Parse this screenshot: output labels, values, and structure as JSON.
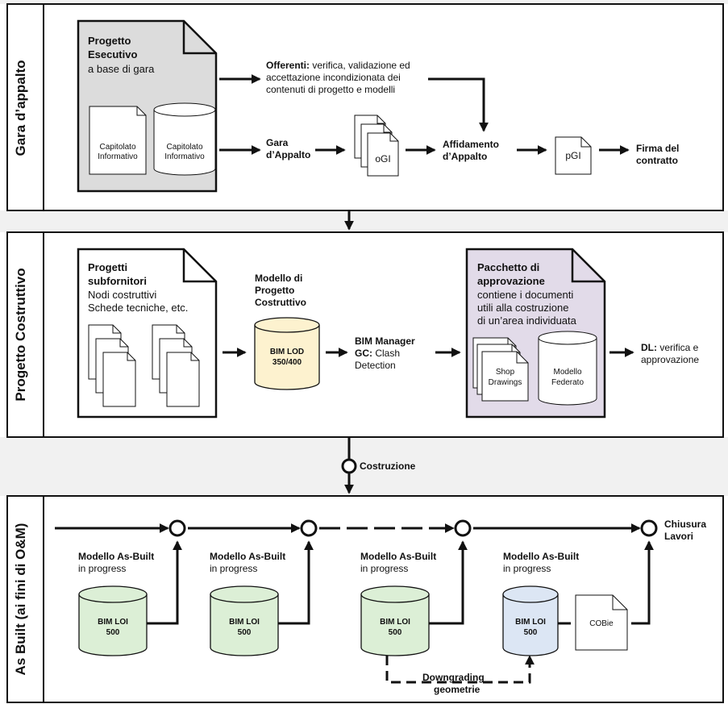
{
  "sections": {
    "gara": {
      "title": "Gara d’appalto"
    },
    "costruttivo": {
      "title": "Progetto Costruttivo"
    },
    "asbuilt": {
      "title": "As Built (ai fini di O&M)"
    }
  },
  "gara": {
    "progetto_title1": "Progetto",
    "progetto_title2": "Esecutivo",
    "progetto_sub": "a base di gara",
    "capitolato_doc1": "Capitolato",
    "capitolato_doc2": "Informativo",
    "capitolato_cyl1": "Capitolato",
    "capitolato_cyl2": "Informativo",
    "offerenti_bold": "Offerenti:",
    "offerenti_line1": " verifica, validazione ed",
    "offerenti_line2": "accettazione incondizionata dei",
    "offerenti_line3": "contenuti di progetto e modelli",
    "gara_label1": "Gara",
    "gara_label2": "d’Appalto",
    "ogi": "oGI",
    "affidamento1": "Affidamento",
    "affidamento2": "d’Appalto",
    "pgi": "pGI",
    "firma1": "Firma del",
    "firma2": "contratto"
  },
  "costruttivo": {
    "subfornitori_title1": "Progetti",
    "subfornitori_title2": "subfornitori",
    "subfornitori_sub1": "Nodi costruttivi",
    "subfornitori_sub2": "Schede tecniche, etc.",
    "modello_title1": "Modello di",
    "modello_title2": "Progetto",
    "modello_title3": "Costruttivo",
    "bim_lod1": "BIM LOD",
    "bim_lod2": "350/400",
    "bim_manager": "BIM Manager",
    "gc_bold": "GC:",
    "gc_rest": " Clash",
    "detection": "Detection",
    "pacchetto_title1": "Pacchetto di",
    "pacchetto_title2": "approvazione",
    "pacchetto_sub1": "contiene i documenti",
    "pacchetto_sub2": "utili alla costruzione",
    "pacchetto_sub3": "di un’area individuata",
    "shop1": "Shop",
    "shop2": "Drawings",
    "federato1": "Modello",
    "federato2": "Federato",
    "dl_bold": "DL:",
    "dl_rest": " verifica e",
    "dl_line2": "approvazione"
  },
  "costruzione": "Costruzione",
  "asbuilt": {
    "modello_title": "Modello As-Built",
    "modello_sub": "in progress",
    "loi1": "BIM LOI",
    "loi2": "500",
    "cobie": "COBie",
    "downgrading1": "Downgrading",
    "downgrading2": "geometrie",
    "chiusura1": "Chiusura",
    "chiusura2": "Lavori"
  },
  "colors": {
    "gray_box": "#dcdcdc",
    "purple_box": "#e2dbe9",
    "yellow_cyl": "#fdf2cf",
    "green_cyl": "#dcefd6",
    "blue_cyl": "#dce6f4",
    "band_bg": "#f1f1f1"
  }
}
